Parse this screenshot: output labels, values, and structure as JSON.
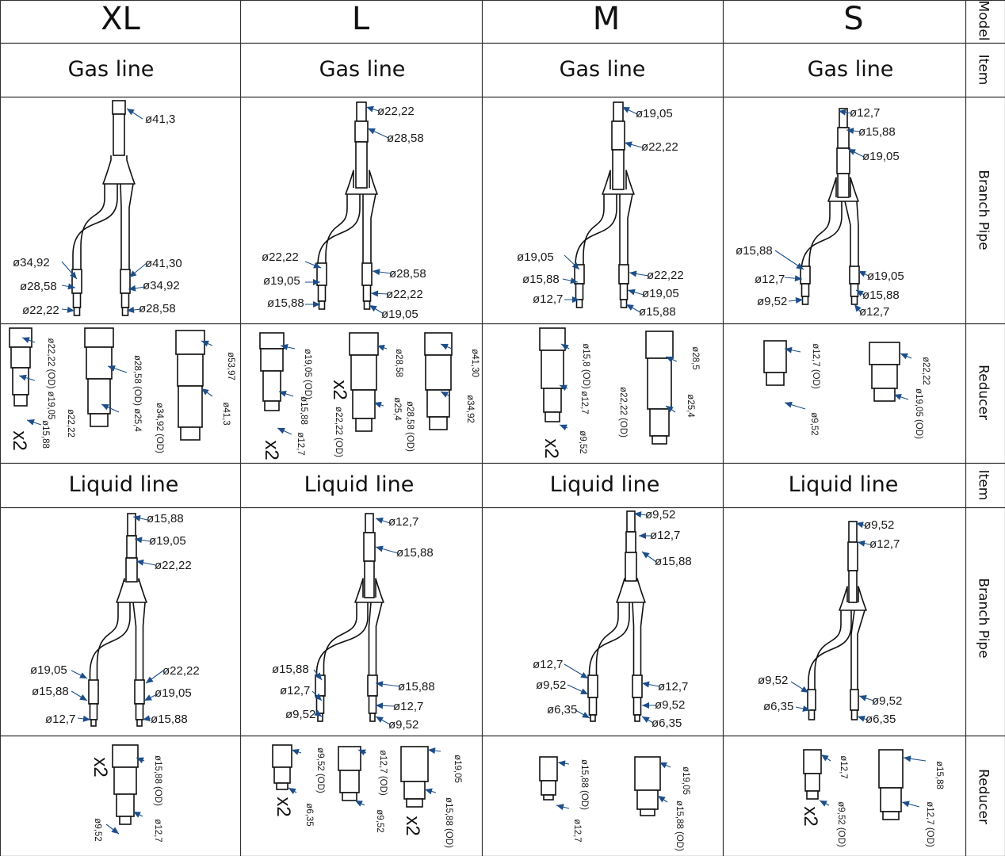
{
  "headers": {
    "models": [
      "XL",
      "L",
      "M",
      "S"
    ],
    "side": {
      "model": "Model",
      "item_gas": "Item",
      "branch_gas": "Branch Pipe",
      "reducer_gas": "Reducer",
      "item_liquid": "Item",
      "branch_liquid": "Branch Pipe",
      "reducer_liquid": "Reducer"
    },
    "gas_line": "Gas line",
    "liquid_line": "Liquid line"
  },
  "gas": {
    "xl": {
      "top": "ø41,3",
      "left": [
        "ø34,92",
        "ø28,58",
        "ø22,22"
      ],
      "right": [
        "ø41,30",
        "ø34,92",
        "ø28,58"
      ]
    },
    "l": {
      "top": [
        "ø22,22",
        "ø28,58"
      ],
      "left": [
        "ø22,22",
        "ø19,05",
        "ø15,88"
      ],
      "right": [
        "ø28,58",
        "ø22,22",
        "ø19,05"
      ]
    },
    "m": {
      "top": [
        "ø19,05",
        "ø22,22"
      ],
      "left": [
        "ø19,05",
        "ø15,88",
        "ø12,7"
      ],
      "right": [
        "ø22,22",
        "ø19,05",
        "ø15,88"
      ]
    },
    "s": {
      "top": [
        "ø12,7",
        "ø15,88",
        "ø19,05"
      ],
      "left": [
        "ø15,88",
        "ø12,7",
        "ø9,52"
      ],
      "right": [
        "ø19,05",
        "ø15,88",
        "ø12,7"
      ]
    }
  },
  "gas_reducers": {
    "xl": [
      [
        "ø22,22 (OD) ø19,05",
        "ø15,88"
      ],
      [
        "ø28,58 (OD)",
        "ø22,22",
        "ø25,4"
      ],
      [
        "ø53,97",
        "ø34,92 (OD)",
        "ø41,3"
      ]
    ],
    "l": [
      [
        "ø19,05 (OD)",
        "ø15,88",
        "ø12,7"
      ],
      [
        "ø28,58",
        "ø25,4",
        "ø22,22 (OD)"
      ],
      [
        "ø41,30",
        "ø34,92",
        "ø28,58 (OD)"
      ]
    ],
    "m": [
      [
        "ø15,8 (OD)",
        "ø12,7",
        "ø9,52"
      ],
      [
        "ø28,5",
        "ø22,22 (OD)",
        "ø25,4"
      ]
    ],
    "s": [
      [
        "ø12,7 (OD)",
        "ø9,52"
      ],
      [
        "ø22,22",
        "ø19,05 (OD)"
      ]
    ]
  },
  "liquid": {
    "xl": {
      "top": [
        "ø15,88",
        "ø19,05",
        "ø22,22"
      ],
      "left": [
        "ø19,05",
        "ø15,88",
        "ø12,7"
      ],
      "right": [
        "ø22,22",
        "ø19,05",
        "ø15,88"
      ]
    },
    "l": {
      "top": [
        "ø12,7",
        "ø15,88"
      ],
      "left": [
        "ø15,88",
        "ø12,7",
        "ø9,52"
      ],
      "right": [
        "ø15,88",
        "ø12,7",
        "ø9,52"
      ]
    },
    "m": {
      "top": [
        "ø9,52",
        "ø12,7",
        "ø15,88"
      ],
      "left": [
        "ø12,7",
        "ø9,52",
        "ø6,35"
      ],
      "right": [
        "ø12,7",
        "ø9,52",
        "ø6,35"
      ]
    },
    "s": {
      "top": [
        "ø9,52",
        "ø12,7"
      ],
      "left": [
        "ø9,52",
        "ø6,35"
      ],
      "right": [
        "ø9,52",
        "ø6,35"
      ]
    }
  },
  "liquid_reducers": {
    "xl": [
      [
        "ø15,88 (OD)",
        "ø12,7",
        "ø9,52"
      ]
    ],
    "l": [
      [
        "ø9,52 (OD)",
        "ø6,35"
      ],
      [
        "ø12,7 (OD)",
        "ø9,52"
      ],
      [
        "ø19,05",
        "ø15,88 (OD)"
      ]
    ],
    "m": [
      [
        "ø15,88 (OD)",
        "ø12,7"
      ],
      [
        "ø19,05",
        "ø15,88 (OD)"
      ]
    ],
    "s": [
      [
        "ø12,7",
        "ø9,52 (OD)"
      ],
      [
        "ø15,88",
        "ø12,7 (OD)"
      ]
    ]
  },
  "multiplier": "x2"
}
